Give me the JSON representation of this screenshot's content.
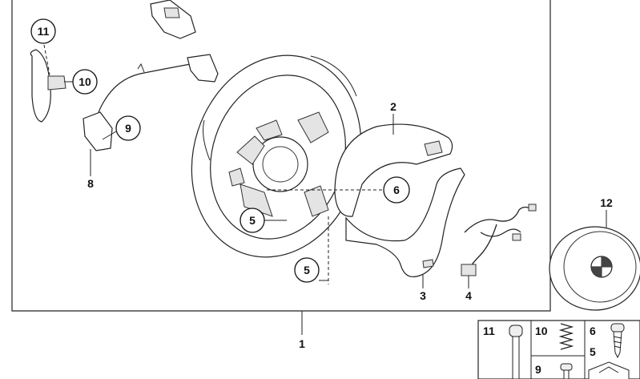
{
  "callouts": {
    "c11": "11",
    "c10": "10",
    "c9": "9",
    "c8": "8",
    "c2": "2",
    "c6": "6",
    "c5a": "5",
    "c5b": "5",
    "c3": "3",
    "c4": "4",
    "c12": "12",
    "c1": "1"
  },
  "legend": {
    "n11": "11",
    "n10": "10",
    "n6": "6",
    "n5": "5",
    "n9": "9"
  }
}
